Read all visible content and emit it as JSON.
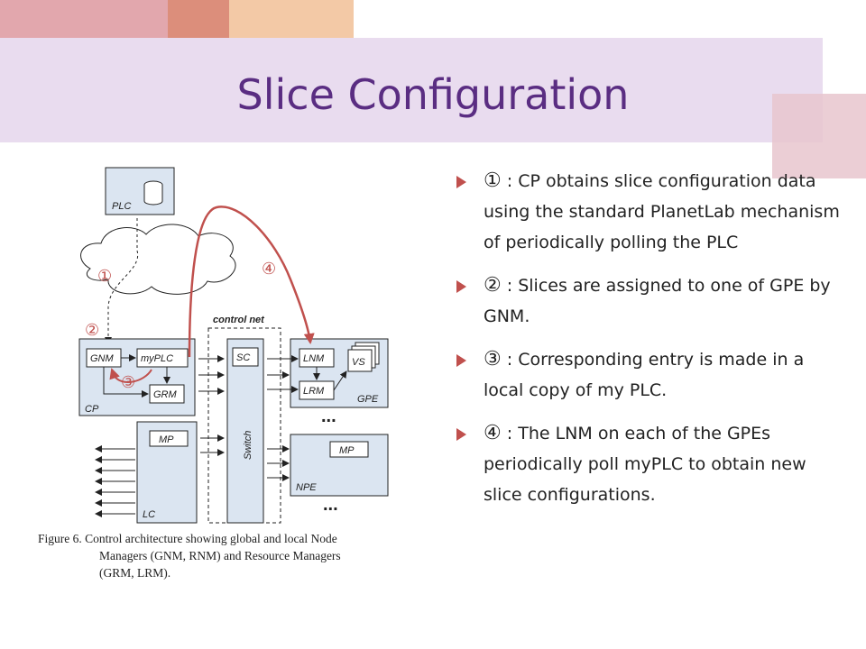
{
  "slide": {
    "title": "Slice Configuration",
    "accent_color": "#c0504d",
    "title_color": "#5a2d82"
  },
  "diagram": {
    "box_labels": {
      "plc": "PLC",
      "gnm": "GNM",
      "myplc": "myPLC",
      "grm": "GRM",
      "cp": "CP",
      "sc": "SC",
      "switch": "Switch",
      "lnm": "LNM",
      "lrm": "LRM",
      "vs": "VS",
      "gpe": "GPE",
      "mp_lc": "MP",
      "lc": "LC",
      "mp_npe": "MP",
      "npe": "NPE",
      "control_net": "control net",
      "dots1": "...",
      "dots2": "..."
    },
    "markers": {
      "m1": "①",
      "m2": "②",
      "m3": "③",
      "m4": "④"
    },
    "caption": {
      "line1": "Figure 6. Control architecture showing global and local Node",
      "line2": "Managers (GNM, RNM) and Resource Managers",
      "line3": "(GRM, LRM)."
    }
  },
  "bullets": [
    {
      "num": "①",
      "text": " : CP obtains slice configuration data using the standard PlanetLab mechanism of periodically polling the PLC"
    },
    {
      "num": "②",
      "text": " : Slices are assigned to one of GPE by GNM."
    },
    {
      "num": "③",
      "text": " : Corresponding entry is made in a local copy of my PLC."
    },
    {
      "num": "④",
      "text": " : The LNM on each of the GPEs periodically poll myPLC to obtain new slice configurations."
    }
  ]
}
